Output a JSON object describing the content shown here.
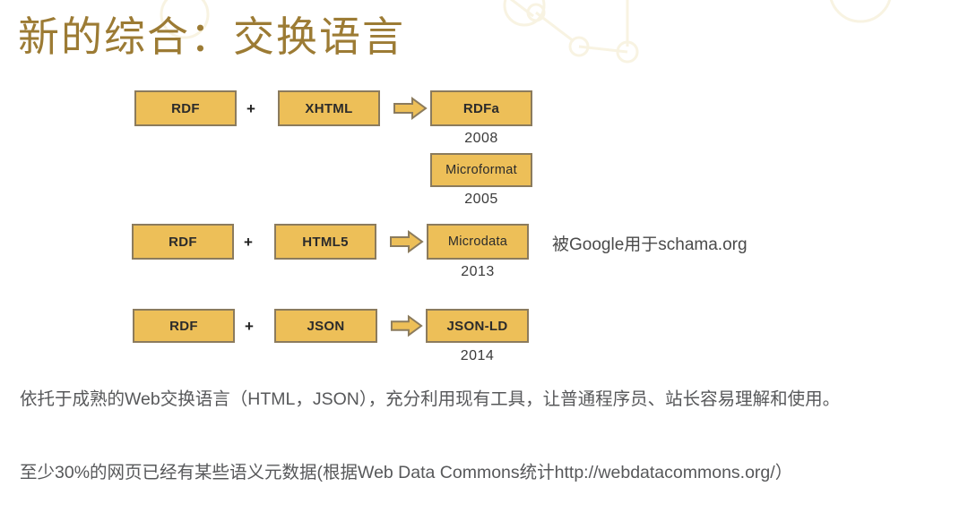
{
  "slide": {
    "title": "新的综合：交换语言",
    "title_color": "#9c7b34",
    "background_color": "#ffffff"
  },
  "theme": {
    "box_fill": "#edbf58",
    "box_border": "#8b7b5d",
    "box_text": "#2b2b2b",
    "year_text": "#3a3a3a",
    "body_text": "#57585a",
    "decoration": "#faf6e8"
  },
  "diagram": {
    "plus_symbol": "+",
    "arrow_symbol": "right-block-arrow",
    "rows": [
      {
        "id": "row-rdfa",
        "left_box": "RDF",
        "middle_box": "XHTML",
        "result_box": "RDFa",
        "year": "2008",
        "note": ""
      },
      {
        "id": "row-microformat",
        "left_box": "",
        "middle_box": "",
        "result_box": "Microformat",
        "year": "2005",
        "note": ""
      },
      {
        "id": "row-microdata",
        "left_box": "RDF",
        "middle_box": "HTML5",
        "result_box": "Microdata",
        "year": "2013",
        "note": "被Google用于schama.org"
      },
      {
        "id": "row-jsonld",
        "left_box": "RDF",
        "middle_box": "JSON",
        "result_box": "JSON-LD",
        "year": "2014",
        "note": ""
      }
    ]
  },
  "body": {
    "paragraph_1": "依托于成熟的Web交换语言（HTML，JSON），充分利用现有工具，让普通程序员、站长容易理解和使用。",
    "paragraph_2": "至少30%的网页已经有某些语义元数据(根据Web Data Commons统计http://webdatacommons.org/）"
  }
}
